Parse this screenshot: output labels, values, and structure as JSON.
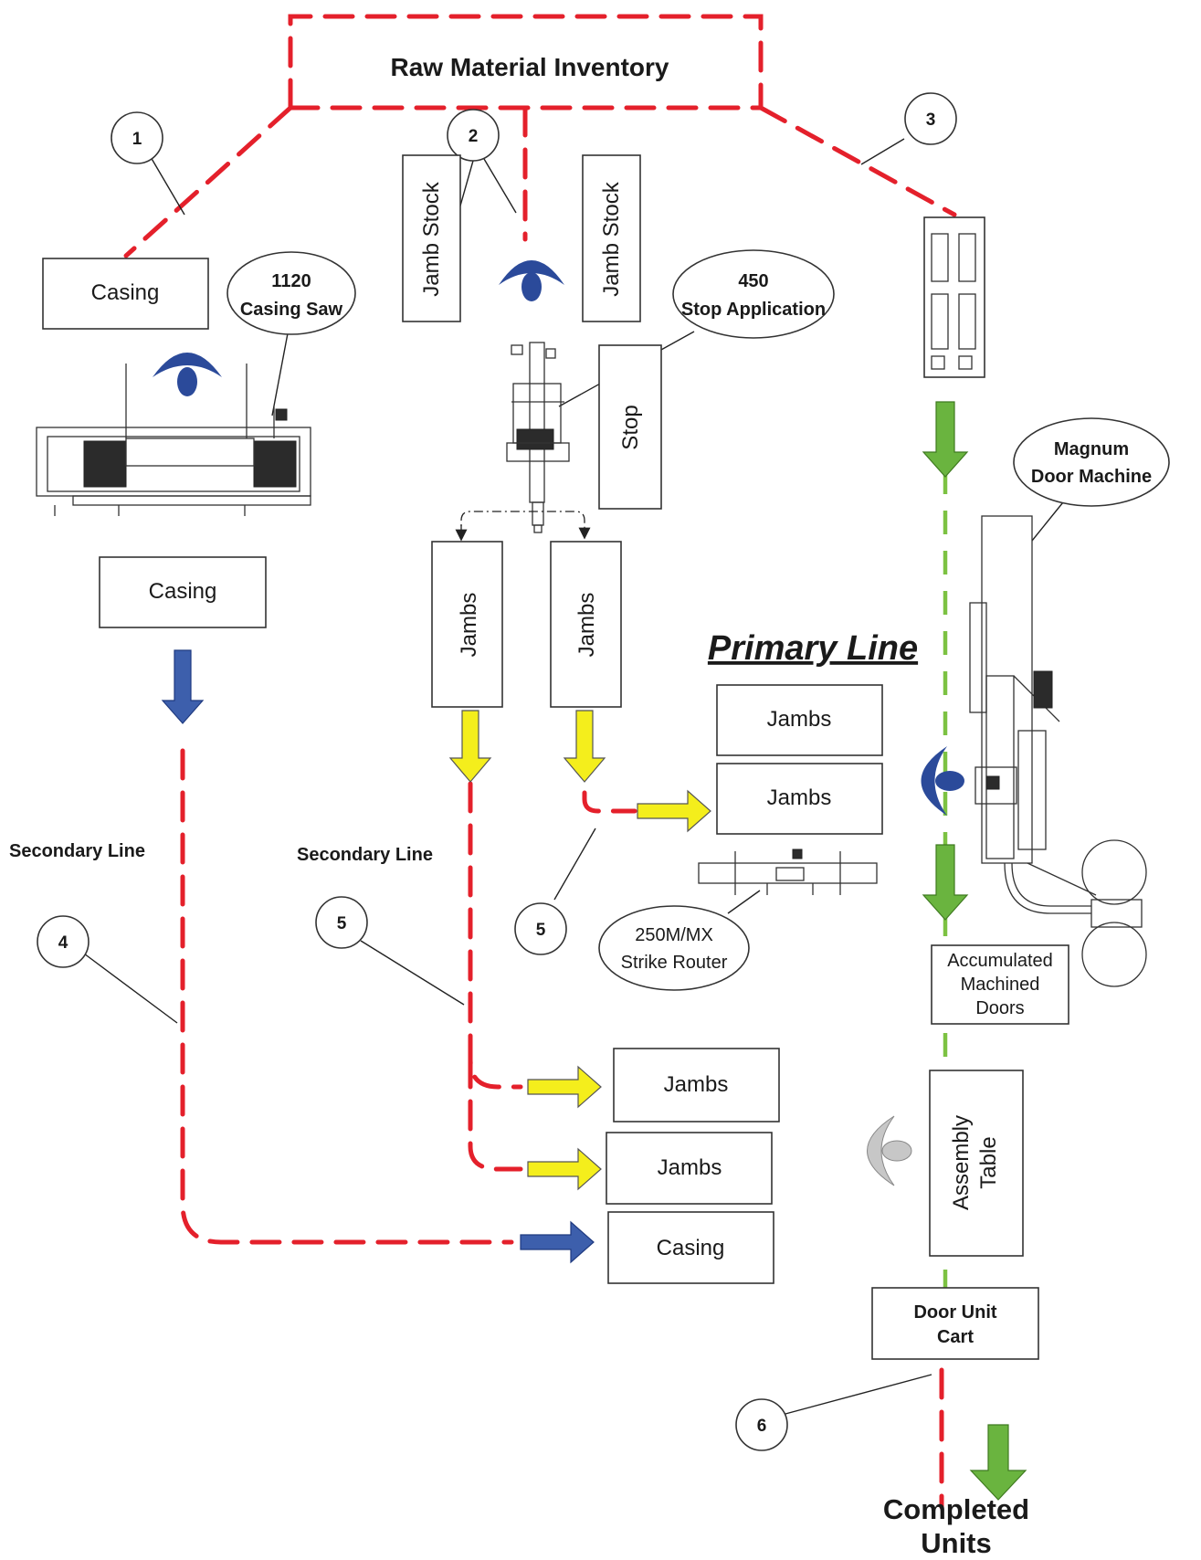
{
  "header": {
    "title": "Raw Material Inventory"
  },
  "lines": {
    "primary": "Primary Line",
    "secondary_left": "Secondary Line",
    "secondary_mid": "Secondary Line"
  },
  "steps": [
    "1",
    "2",
    "3",
    "4",
    "5",
    "5",
    "6"
  ],
  "boxes": {
    "casing_raw": "Casing",
    "casing_cut": "Casing",
    "jamb_stock_left": "Jamb Stock",
    "jamb_stock_right": "Jamb Stock",
    "stop": "Stop",
    "jambs_v_left": "Jambs",
    "jambs_v_right": "Jambs",
    "jambs_primary_top": "Jambs",
    "jambs_primary_bottom": "Jambs",
    "accumulated_l1": "Accumulated",
    "accumulated_l2": "Machined",
    "accumulated_l3": "Doors",
    "assembly_l1": "Assembly",
    "assembly_l2": "Table",
    "jambs_out_1": "Jambs",
    "jambs_out_2": "Jambs",
    "casing_out": "Casing",
    "cart_l1": "Door Unit",
    "cart_l2": "Cart"
  },
  "callouts": {
    "casing_saw_l1": "1120",
    "casing_saw_l2": "Casing Saw",
    "stop_app_l1": "450",
    "stop_app_l2": "Stop Application",
    "door_machine_l1": "Magnum",
    "door_machine_l2": "Door Machine",
    "strike_l1": "250M/MX",
    "strike_l2": "Strike Router"
  },
  "footer": {
    "l1": "Completed",
    "l2": "Units"
  },
  "colors": {
    "flow_red": "#e4202b",
    "flow_green": "#7cc242",
    "arrow_blue": "#3d5fac",
    "arrow_yellow": "#f4ee1c",
    "arrow_green": "#6ab43f",
    "operator_blue": "#2b4a9a",
    "operator_gray": "#c7c7c7"
  },
  "icons": [
    "operator-icon",
    "down-arrow-icon",
    "right-arrow-icon"
  ]
}
